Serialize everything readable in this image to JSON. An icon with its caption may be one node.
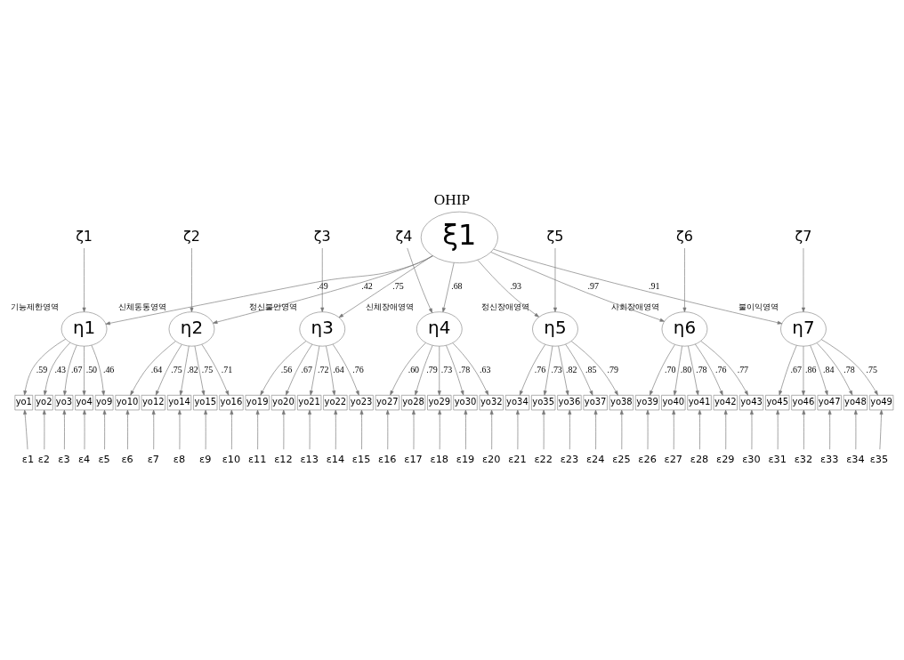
{
  "diagram": {
    "title": "OHIP",
    "nodes": [
      {
        "text": [
          "ξ1"
        ]
      },
      {
        "text": [
          "η1"
        ],
        "beside": [
          "기능제한영역"
        ]
      },
      {
        "text": [
          "η2"
        ],
        "beside": [
          "신체동통영역"
        ]
      },
      {
        "text": [
          "η3"
        ],
        "beside": [
          "정신불안영역"
        ]
      },
      {
        "text": [
          "η4"
        ],
        "beside": [
          "신체장애영역"
        ]
      },
      {
        "text": [
          "η5"
        ],
        "beside": [
          "정신장애영역"
        ]
      },
      {
        "text": [
          "η6"
        ],
        "beside": [
          "사회장애영역"
        ]
      },
      {
        "text": [
          "η7"
        ],
        "beside": [
          "불이익영역"
        ]
      },
      {
        "text": [
          "ζ1"
        ]
      },
      {
        "text": [
          "ζ2"
        ]
      },
      {
        "text": [
          "ζ3"
        ]
      },
      {
        "text": [
          "ζ4"
        ]
      },
      {
        "text": [
          "ζ5"
        ]
      },
      {
        "text": [
          "ζ6"
        ]
      },
      {
        "text": [
          "ζ7"
        ]
      },
      {
        "text": [
          "yo1"
        ]
      },
      {
        "text": [
          "yo2"
        ]
      },
      {
        "text": [
          "yo3"
        ]
      },
      {
        "text": [
          "yo4"
        ]
      },
      {
        "text": [
          "yo9"
        ]
      },
      {
        "text": [
          "yo10"
        ]
      },
      {
        "text": [
          "yo12"
        ]
      },
      {
        "text": [
          "yo14"
        ]
      },
      {
        "text": [
          "yo15"
        ]
      },
      {
        "text": [
          "yo16"
        ]
      },
      {
        "text": [
          "yo19"
        ]
      },
      {
        "text": [
          "yo20"
        ]
      },
      {
        "text": [
          "yo21"
        ]
      },
      {
        "text": [
          "yo22"
        ]
      },
      {
        "text": [
          "yo23"
        ]
      },
      {
        "text": [
          "yo27"
        ]
      },
      {
        "text": [
          "yo28"
        ]
      },
      {
        "text": [
          "yo29"
        ]
      },
      {
        "text": [
          "yo30"
        ]
      },
      {
        "text": [
          "yo32"
        ]
      },
      {
        "text": [
          "yo34"
        ]
      },
      {
        "text": [
          "yo35"
        ]
      },
      {
        "text": [
          "yo36"
        ]
      },
      {
        "text": [
          "yo37"
        ]
      },
      {
        "text": [
          "yo38"
        ]
      },
      {
        "text": [
          "yo39"
        ]
      },
      {
        "text": [
          "yo40"
        ]
      },
      {
        "text": [
          "yo41"
        ]
      },
      {
        "text": [
          "yo42"
        ]
      },
      {
        "text": [
          "yo43"
        ]
      },
      {
        "text": [
          "yo45"
        ]
      },
      {
        "text": [
          "yo46"
        ]
      },
      {
        "text": [
          "yo47"
        ]
      },
      {
        "text": [
          "yo48"
        ]
      },
      {
        "text": [
          "yo49"
        ]
      },
      {
        "text": [
          "ε1"
        ]
      },
      {
        "text": [
          "ε2"
        ]
      },
      {
        "text": [
          "ε3"
        ]
      },
      {
        "text": [
          "ε4"
        ]
      },
      {
        "text": [
          "ε5"
        ]
      },
      {
        "text": [
          "ε6"
        ]
      },
      {
        "text": [
          "ε7"
        ]
      },
      {
        "text": [
          "ε8"
        ]
      },
      {
        "text": [
          "ε9"
        ]
      },
      {
        "text": [
          "ε10"
        ]
      },
      {
        "text": [
          "ε11"
        ]
      },
      {
        "text": [
          "ε12"
        ]
      },
      {
        "text": [
          "ε13"
        ]
      },
      {
        "text": [
          "ε14"
        ]
      },
      {
        "text": [
          "ε15"
        ]
      },
      {
        "text": [
          "ε16"
        ]
      },
      {
        "text": [
          "ε17"
        ]
      },
      {
        "text": [
          "ε18"
        ]
      },
      {
        "text": [
          "ε19"
        ]
      },
      {
        "text": [
          "ε20"
        ]
      },
      {
        "text": [
          "ε21"
        ]
      },
      {
        "text": [
          "ε22"
        ]
      },
      {
        "text": [
          "ε23"
        ]
      },
      {
        "text": [
          "ε24"
        ]
      },
      {
        "text": [
          "ε25"
        ]
      },
      {
        "text": [
          "ε26"
        ]
      },
      {
        "text": [
          "ε27"
        ]
      },
      {
        "text": [
          "ε28"
        ]
      },
      {
        "text": [
          "ε29"
        ]
      },
      {
        "text": [
          "ε30"
        ]
      },
      {
        "text": [
          "ε31"
        ]
      },
      {
        "text": [
          "ε32"
        ]
      },
      {
        "text": [
          "ε33"
        ]
      },
      {
        "text": [
          "ε34"
        ]
      },
      {
        "text": [
          "ε35"
        ]
      }
    ],
    "edges": [
      {
        "from": 0,
        "to": 1,
        "arrow": "to",
        "label": ".49"
      },
      {
        "from": 0,
        "to": 2,
        "arrow": "to",
        "label": ".42"
      },
      {
        "from": 0,
        "to": 3,
        "arrow": "to",
        "label": ".75"
      },
      {
        "from": 0,
        "to": 4,
        "arrow": "to",
        "label": ".68"
      },
      {
        "from": 0,
        "to": 5,
        "arrow": "to",
        "label": ".93"
      },
      {
        "from": 0,
        "to": 6,
        "arrow": "to",
        "label": ".97"
      },
      {
        "from": 0,
        "to": 7,
        "arrow": "to",
        "label": ".91"
      },
      {
        "from": 8,
        "to": 1,
        "arrow": "to"
      },
      {
        "from": 9,
        "to": 2,
        "arrow": "to"
      },
      {
        "from": 10,
        "to": 3,
        "arrow": "to"
      },
      {
        "from": 11,
        "to": 4,
        "arrow": "to"
      },
      {
        "from": 12,
        "to": 5,
        "arrow": "to"
      },
      {
        "from": 13,
        "to": 6,
        "arrow": "to"
      },
      {
        "from": 14,
        "to": 7,
        "arrow": "to"
      },
      {
        "from": 1,
        "to": 15,
        "arrow": "to",
        "label": ".59"
      },
      {
        "from": 1,
        "to": 16,
        "arrow": "to",
        "label": ".43"
      },
      {
        "from": 1,
        "to": 17,
        "arrow": "to",
        "label": ".67"
      },
      {
        "from": 1,
        "to": 18,
        "arrow": "to",
        "label": ".50"
      },
      {
        "from": 1,
        "to": 19,
        "arrow": "to",
        "label": ".46"
      },
      {
        "from": 2,
        "to": 20,
        "arrow": "to",
        "label": ".64"
      },
      {
        "from": 2,
        "to": 21,
        "arrow": "to",
        "label": ".75"
      },
      {
        "from": 2,
        "to": 22,
        "arrow": "to",
        "label": ".82"
      },
      {
        "from": 2,
        "to": 23,
        "arrow": "to",
        "label": ".75"
      },
      {
        "from": 2,
        "to": 24,
        "arrow": "to",
        "label": ".71"
      },
      {
        "from": 3,
        "to": 25,
        "arrow": "to",
        "label": ".56"
      },
      {
        "from": 3,
        "to": 26,
        "arrow": "to",
        "label": ".67"
      },
      {
        "from": 3,
        "to": 27,
        "arrow": "to",
        "label": ".72"
      },
      {
        "from": 3,
        "to": 28,
        "arrow": "to",
        "label": ".64"
      },
      {
        "from": 3,
        "to": 29,
        "arrow": "to",
        "label": ".76"
      },
      {
        "from": 4,
        "to": 30,
        "arrow": "to",
        "label": ".60"
      },
      {
        "from": 4,
        "to": 31,
        "arrow": "to",
        "label": ".79"
      },
      {
        "from": 4,
        "to": 32,
        "arrow": "to",
        "label": ".73"
      },
      {
        "from": 4,
        "to": 33,
        "arrow": "to",
        "label": ".78"
      },
      {
        "from": 4,
        "to": 34,
        "arrow": "to",
        "label": ".63"
      },
      {
        "from": 5,
        "to": 35,
        "arrow": "to",
        "label": ".76"
      },
      {
        "from": 5,
        "to": 36,
        "arrow": "to",
        "label": ".73"
      },
      {
        "from": 5,
        "to": 37,
        "arrow": "to",
        "label": ".82"
      },
      {
        "from": 5,
        "to": 38,
        "arrow": "to",
        "label": ".85"
      },
      {
        "from": 5,
        "to": 39,
        "arrow": "to",
        "label": ".79"
      },
      {
        "from": 6,
        "to": 40,
        "arrow": "to",
        "label": ".70"
      },
      {
        "from": 6,
        "to": 41,
        "arrow": "to",
        "label": ".80"
      },
      {
        "from": 6,
        "to": 42,
        "arrow": "to",
        "label": ".78"
      },
      {
        "from": 6,
        "to": 43,
        "arrow": "to",
        "label": ".76"
      },
      {
        "from": 6,
        "to": 44,
        "arrow": "to",
        "label": ".77"
      },
      {
        "from": 7,
        "to": 45,
        "arrow": "to",
        "label": ".67"
      },
      {
        "from": 7,
        "to": 46,
        "arrow": "to",
        "label": ".86"
      },
      {
        "from": 7,
        "to": 47,
        "arrow": "to",
        "label": ".84"
      },
      {
        "from": 7,
        "to": 48,
        "arrow": "to",
        "label": ".78"
      },
      {
        "from": 7,
        "to": 49,
        "arrow": "to",
        "label": ".75"
      },
      {
        "from": 50,
        "to": 15,
        "arrow": "to"
      },
      {
        "from": 51,
        "to": 16,
        "arrow": "to"
      },
      {
        "from": 52,
        "to": 17,
        "arrow": "to"
      },
      {
        "from": 53,
        "to": 18,
        "arrow": "to"
      },
      {
        "from": 54,
        "to": 19,
        "arrow": "to"
      },
      {
        "from": 55,
        "to": 20,
        "arrow": "to"
      },
      {
        "from": 56,
        "to": 21,
        "arrow": "to"
      },
      {
        "from": 57,
        "to": 22,
        "arrow": "to"
      },
      {
        "from": 58,
        "to": 23,
        "arrow": "to"
      },
      {
        "from": 59,
        "to": 24,
        "arrow": "to"
      },
      {
        "from": 60,
        "to": 25,
        "arrow": "to"
      },
      {
        "from": 61,
        "to": 26,
        "arrow": "to"
      },
      {
        "from": 62,
        "to": 27,
        "arrow": "to"
      },
      {
        "from": 63,
        "to": 28,
        "arrow": "to"
      },
      {
        "from": 64,
        "to": 29,
        "arrow": "to"
      },
      {
        "from": 65,
        "to": 30,
        "arrow": "to"
      },
      {
        "from": 66,
        "to": 31,
        "arrow": "to"
      },
      {
        "from": 67,
        "to": 32,
        "arrow": "to"
      },
      {
        "from": 68,
        "to": 33,
        "arrow": "to"
      },
      {
        "from": 69,
        "to": 34,
        "arrow": "to"
      },
      {
        "from": 70,
        "to": 35,
        "arrow": "to"
      },
      {
        "from": 71,
        "to": 36,
        "arrow": "to"
      },
      {
        "from": 72,
        "to": 37,
        "arrow": "to"
      },
      {
        "from": 73,
        "to": 38,
        "arrow": "to"
      },
      {
        "from": 74,
        "to": 39,
        "arrow": "to"
      },
      {
        "from": 75,
        "to": 40,
        "arrow": "to"
      },
      {
        "from": 76,
        "to": 41,
        "arrow": "to"
      },
      {
        "from": 77,
        "to": 42,
        "arrow": "to"
      },
      {
        "from": 78,
        "to": 43,
        "arrow": "to"
      },
      {
        "from": 79,
        "to": 44,
        "arrow": "to"
      },
      {
        "from": 80,
        "to": 45,
        "arrow": "to"
      },
      {
        "from": 81,
        "to": 46,
        "arrow": "to"
      },
      {
        "from": 82,
        "to": 47,
        "arrow": "to"
      },
      {
        "from": 83,
        "to": 48,
        "arrow": "to"
      },
      {
        "from": 84,
        "to": 49,
        "arrow": "to"
      }
    ]
  }
}
